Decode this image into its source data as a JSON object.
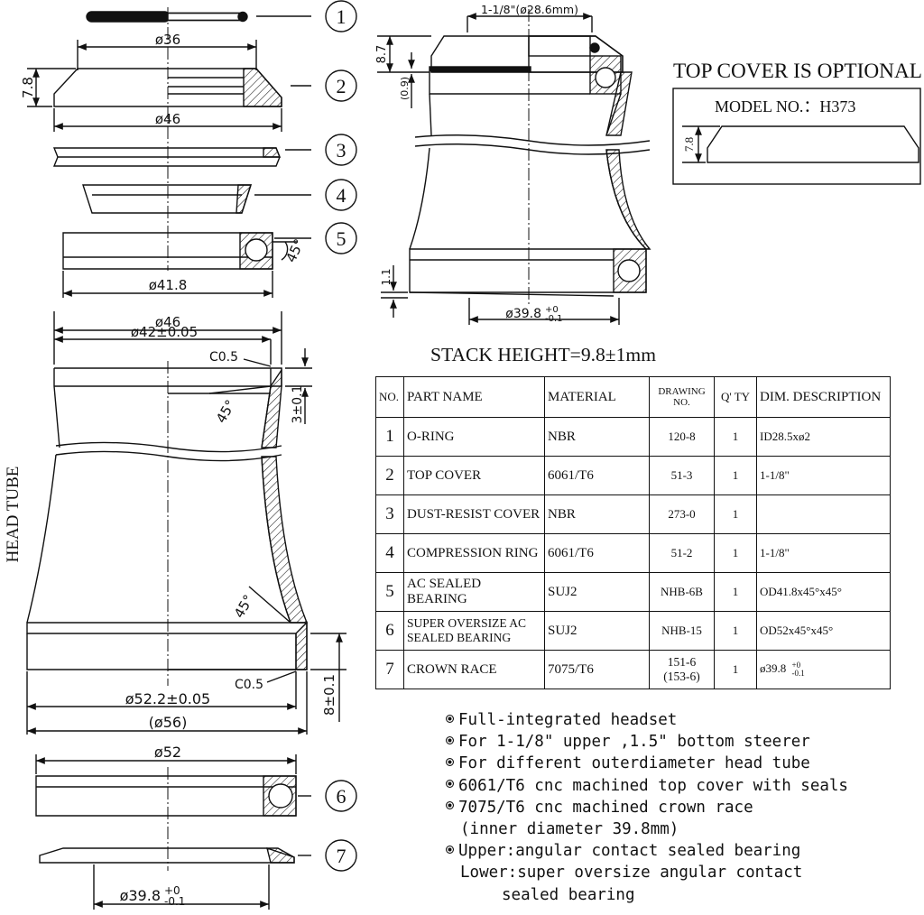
{
  "labels": {
    "callouts": [
      "1",
      "2",
      "3",
      "4",
      "5",
      "6",
      "7"
    ],
    "dim_36": "ø36",
    "dim_46_top": "ø46",
    "dim_78_left": "7.8",
    "dim_418": "ø41.8",
    "dim_45_bearing": "45°",
    "dim_46_head": "ø46",
    "dim_42": "ø42±0.05",
    "dim_c05_top": "C0.5",
    "dim_3": "3±0.1",
    "dim_45_head_top": "45°",
    "dim_45_head_bottom": "45°",
    "dim_c05_bottom": "C0.5",
    "dim_8": "8±0.1",
    "dim_522": "ø52.2±0.05",
    "dim_56": "(ø56)",
    "dim_52": "ø52",
    "dim_398_bottom": "ø39.8",
    "tol_upper": "+0",
    "tol_lower": "-0.1",
    "head_tube": "HEAD TUBE",
    "dim_118": "1-1/8\"(ø28.6mm)",
    "dim_87": "8.7",
    "dim_09": "(0.9)",
    "dim_11": "1.1",
    "dim_398_assembly": "ø39.8",
    "top_cover_optional": "TOP COVER IS OPTIONAL",
    "model_no": "MODEL NO.：H373",
    "model_78": "7.8",
    "stack_height": "STACK HEIGHT=9.8±1mm"
  },
  "table": {
    "headers": [
      "NO.",
      "PART NAME",
      "MATERIAL",
      "DRAWING NO.",
      "Q' TY",
      "DIM. DESCRIPTION"
    ],
    "rows": [
      {
        "no": "1",
        "name": "O-RING",
        "material": "NBR",
        "drawing": "120-8",
        "qty": "1",
        "dim": "ID28.5xø2"
      },
      {
        "no": "2",
        "name": "TOP COVER",
        "material": "6061/T6",
        "drawing": "51-3",
        "qty": "1",
        "dim": "1-1/8\""
      },
      {
        "no": "3",
        "name": "DUST-RESIST COVER",
        "material": "NBR",
        "drawing": "273-0",
        "qty": "1",
        "dim": ""
      },
      {
        "no": "4",
        "name": "COMPRESSION RING",
        "material": "6061/T6",
        "drawing": "51-2",
        "qty": "1",
        "dim": "1-1/8\""
      },
      {
        "no": "5",
        "name": "AC SEALED BEARING",
        "material": "SUJ2",
        "drawing": "NHB-6B",
        "qty": "1",
        "dim": "OD41.8x45°x45°"
      },
      {
        "no": "6",
        "name_l1": "SUPER OVERSIZE AC",
        "name_l2": "SEALED BEARING",
        "material": "SUJ2",
        "drawing": "NHB-15",
        "qty": "1",
        "dim": "OD52x45°x45°"
      },
      {
        "no": "7",
        "name": "CROWN RACE",
        "material": "7075/T6",
        "drawing_l1": "151-6",
        "drawing_l2": "(153-6)",
        "qty": "1",
        "dim": "ø39.8",
        "dim_tol_upper": "+0",
        "dim_tol_lower": "-0.1"
      }
    ]
  },
  "features": [
    "Full-integrated headset",
    "For 1-1/8\" upper ,1.5\" bottom steerer",
    "For different outerdiameter head tube",
    "6061/T6 cnc machined top cover with seals",
    "7075/T6 cnc machined crown race",
    "(inner diameter 39.8mm)",
    "Upper:angular contact sealed bearing",
    "Lower:super oversize angular contact",
    "sealed bearing"
  ]
}
